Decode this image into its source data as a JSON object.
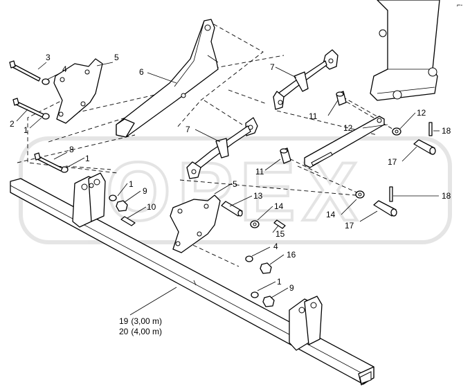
{
  "diagram": {
    "corner_mark": "⌐-",
    "watermark": "OPEX",
    "callouts": [
      {
        "id": "c3",
        "text": "3"
      },
      {
        "id": "c4a",
        "text": "4"
      },
      {
        "id": "c5a",
        "text": "5"
      },
      {
        "id": "c6",
        "text": "6"
      },
      {
        "id": "c2",
        "text": "2"
      },
      {
        "id": "c1a",
        "text": "1"
      },
      {
        "id": "c8",
        "text": "8"
      },
      {
        "id": "c1b",
        "text": "1"
      },
      {
        "id": "c1c",
        "text": "1"
      },
      {
        "id": "c9a",
        "text": "9"
      },
      {
        "id": "c10",
        "text": "10"
      },
      {
        "id": "c7a",
        "text": "7"
      },
      {
        "id": "c7b",
        "text": "7"
      },
      {
        "id": "c11a",
        "text": "11"
      },
      {
        "id": "c11b",
        "text": "11"
      },
      {
        "id": "c12a",
        "text": "12"
      },
      {
        "id": "c12b",
        "text": "12"
      },
      {
        "id": "c18a",
        "text": "18"
      },
      {
        "id": "c18b",
        "text": "18"
      },
      {
        "id": "c17a",
        "text": "17"
      },
      {
        "id": "c17b",
        "text": "17"
      },
      {
        "id": "c5b",
        "text": "5"
      },
      {
        "id": "c13",
        "text": "13"
      },
      {
        "id": "c14a",
        "text": "14"
      },
      {
        "id": "c14b",
        "text": "14"
      },
      {
        "id": "c15",
        "text": "15"
      },
      {
        "id": "c4b",
        "text": "4"
      },
      {
        "id": "c16",
        "text": "16"
      },
      {
        "id": "c1d",
        "text": "1"
      },
      {
        "id": "c9b",
        "text": "9"
      }
    ],
    "variants": [
      {
        "number": "19",
        "spec": "(3,00 m)"
      },
      {
        "number": "20",
        "spec": "(4,00 m)"
      }
    ]
  }
}
